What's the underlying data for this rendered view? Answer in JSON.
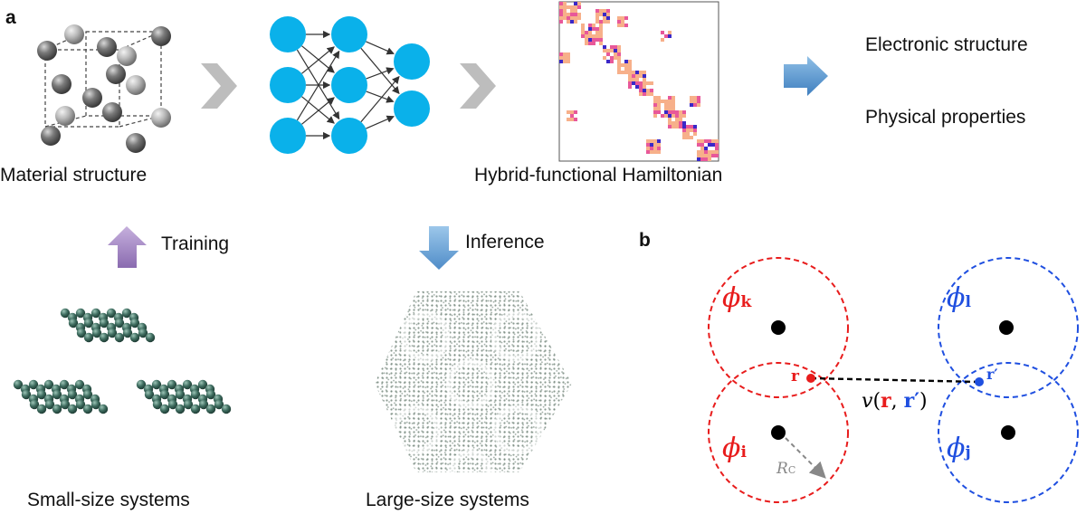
{
  "panel_a": {
    "letter": "a",
    "labels": {
      "material": "Material structure",
      "hamiltonian": "Hybrid-functional Hamiltonian",
      "electronic": "Electronic structure",
      "physical": "Physical properties",
      "training": "Training",
      "inference": "Inference",
      "small": "Small-size systems",
      "large": "Large-size systems"
    },
    "colors": {
      "neuron": "#0ab1ea",
      "chevron": "#bdbdbd",
      "flow_arrow": "#5b9bd5",
      "training_arrow": "#9e7fbf",
      "inference_arrow": "#5b9bd5",
      "atom_dark": "#3d6b5e",
      "matrix_light": "#f7b08a",
      "matrix_mid": "#e8589a",
      "matrix_dark": "#3a28c8"
    },
    "network_layers": [
      3,
      3,
      2
    ]
  },
  "panel_b": {
    "letter": "b",
    "orbitals": {
      "k": {
        "phi": "ϕ",
        "sub": "k",
        "color": "#e81c1c"
      },
      "l": {
        "phi": "ϕ",
        "sub": "l",
        "color": "#1f4fe0"
      },
      "i": {
        "phi": "ϕ",
        "sub": "i",
        "color": "#e81c1c"
      },
      "j": {
        "phi": "ϕ",
        "sub": "j",
        "color": "#1f4fe0"
      }
    },
    "r_label": "r",
    "rprime_label": "r′",
    "coulomb": {
      "v": "v",
      "open": "(",
      "r": "r",
      "comma": ", ",
      "rp": "r′",
      "close": ")"
    },
    "cutoff": {
      "R": "R",
      "sub": "C"
    }
  }
}
